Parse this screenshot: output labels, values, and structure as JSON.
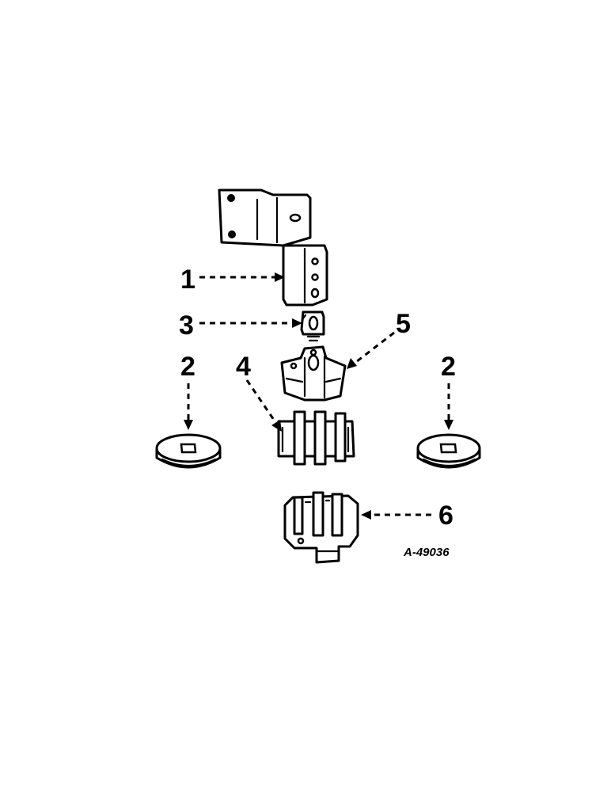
{
  "figure_id": "A-49036",
  "callouts": {
    "c1": "1",
    "c2_left": "2",
    "c2_right": "2",
    "c3": "3",
    "c4": "4",
    "c5": "5",
    "c6": "6"
  }
}
